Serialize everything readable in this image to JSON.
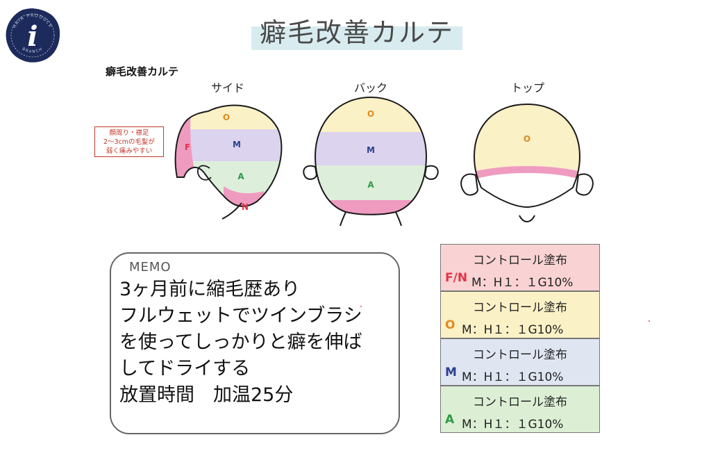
{
  "logo": {
    "top_text": "HAIR PRODUCE",
    "letter": "i",
    "bottom_text": "BRANCH"
  },
  "header": {
    "title": "癖毛改善カルテ",
    "subtitle": "癖毛改善カルテ"
  },
  "views": {
    "side": "サイド",
    "back": "バック",
    "top": "トップ"
  },
  "zones": {
    "O": "O",
    "M": "M",
    "A": "A",
    "F": "F",
    "N": "N"
  },
  "note": {
    "lines": [
      "顔周り・襟足",
      "2～3cmの毛髪が",
      "弱く痛みやすい"
    ]
  },
  "memo": {
    "label": "MEMO",
    "lines": [
      "3ヶ月前に縮毛歴あり",
      "フルウェットでツインブラシ",
      "を使ってしっかりと癖を伸ば",
      "してドライする",
      "放置時間　加温25分"
    ]
  },
  "legend": {
    "rows": [
      {
        "title": "コントロール塗布",
        "code": "F/N",
        "formula": "M：H１：１G10%"
      },
      {
        "title": "コントロール塗布",
        "code": "O",
        "formula": "M：H１：１G10%"
      },
      {
        "title": "コントロール塗布",
        "code": "M",
        "formula": "M：H１：１G10%"
      },
      {
        "title": "コントロール塗布",
        "code": "A",
        "formula": "M：H１：１G10%"
      }
    ]
  },
  "colors": {
    "zone_O": "#fbf1c6",
    "zone_M": "#dcd3ee",
    "zone_A": "#ddefdb",
    "zone_F": "#ef9bc0",
    "outline": "#1a1a1a",
    "label_O": "#e08a1e",
    "label_M": "#2b3f91",
    "label_A": "#2e9a4a",
    "label_F": "#e23348",
    "legend_FN_bg": "#f9d3d3",
    "legend_O_bg": "#fbf1c6",
    "legend_M_bg": "#dfe6f2",
    "legend_A_bg": "#dcefd4"
  }
}
